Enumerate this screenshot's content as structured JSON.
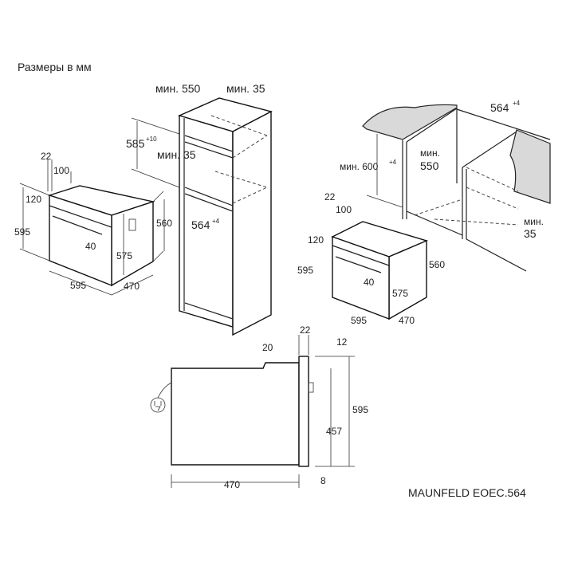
{
  "title": "Размеры в мм",
  "model": "MAUNFELD EOEC.564",
  "oven_left": {
    "d22": "22",
    "d100": "100",
    "d120": "120",
    "d595h": "595",
    "d560": "560",
    "d40": "40",
    "d575": "575",
    "d595w": "595",
    "d470": "470"
  },
  "tall_cabinet": {
    "min550": "мин. 550",
    "min35_top": "мин. 35",
    "d585": "585",
    "d585_tol": "+10",
    "min35_mid": "мин. 35",
    "d564": "564",
    "d564_tol": "+4"
  },
  "under_counter": {
    "d564": "564",
    "d564_tol": "+4",
    "min600": "мин. 600",
    "min600_tol": "+4",
    "min550_a": "мин.",
    "min550_b": "550",
    "min35_a": "мин.",
    "min35_b": "35"
  },
  "oven_right": {
    "d22": "22",
    "d100": "100",
    "d120": "120",
    "d595h": "595",
    "d560": "560",
    "d40": "40",
    "d575": "575",
    "d595w": "595",
    "d470": "470"
  },
  "side_view": {
    "d20": "20",
    "d22": "22",
    "d12": "12",
    "d595": "595",
    "d457": "457",
    "d470": "470",
    "d8": "8"
  }
}
